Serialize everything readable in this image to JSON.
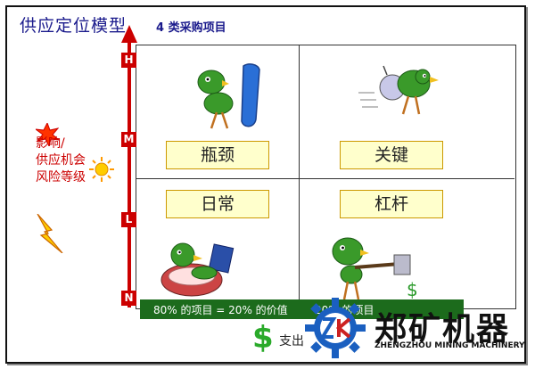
{
  "title": "供应定位模型",
  "subtitle": "4 类采购项目",
  "axis": {
    "side_label_lines": [
      "影响/",
      "供应机会",
      "风险等级"
    ],
    "ticks": [
      "H",
      "M",
      "L",
      "N"
    ]
  },
  "quadrants": {
    "top_left": "瓶颈",
    "top_right": "关键",
    "bottom_left": "日常",
    "bottom_right": "杠杆"
  },
  "bottom_bar": {
    "left_text": "80% 的项目 = 20% 的价值",
    "right_text": "20% 的项目"
  },
  "x_axis_label": "支出",
  "watermark": {
    "brand_cn": "郑矿机器",
    "brand_en": "ZHENGZHOU MINING MACHINERY"
  },
  "colors": {
    "axis_red": "#cc0000",
    "bar_green": "#1c6b1c",
    "label_fill": "#ffffcc",
    "title_blue": "#1a1a8c",
    "bird_green": "#3a9a2a"
  },
  "icons": [
    "starburst-icon",
    "sun-icon",
    "lightning-icon",
    "dollar-icon",
    "gear-logo-icon"
  ]
}
